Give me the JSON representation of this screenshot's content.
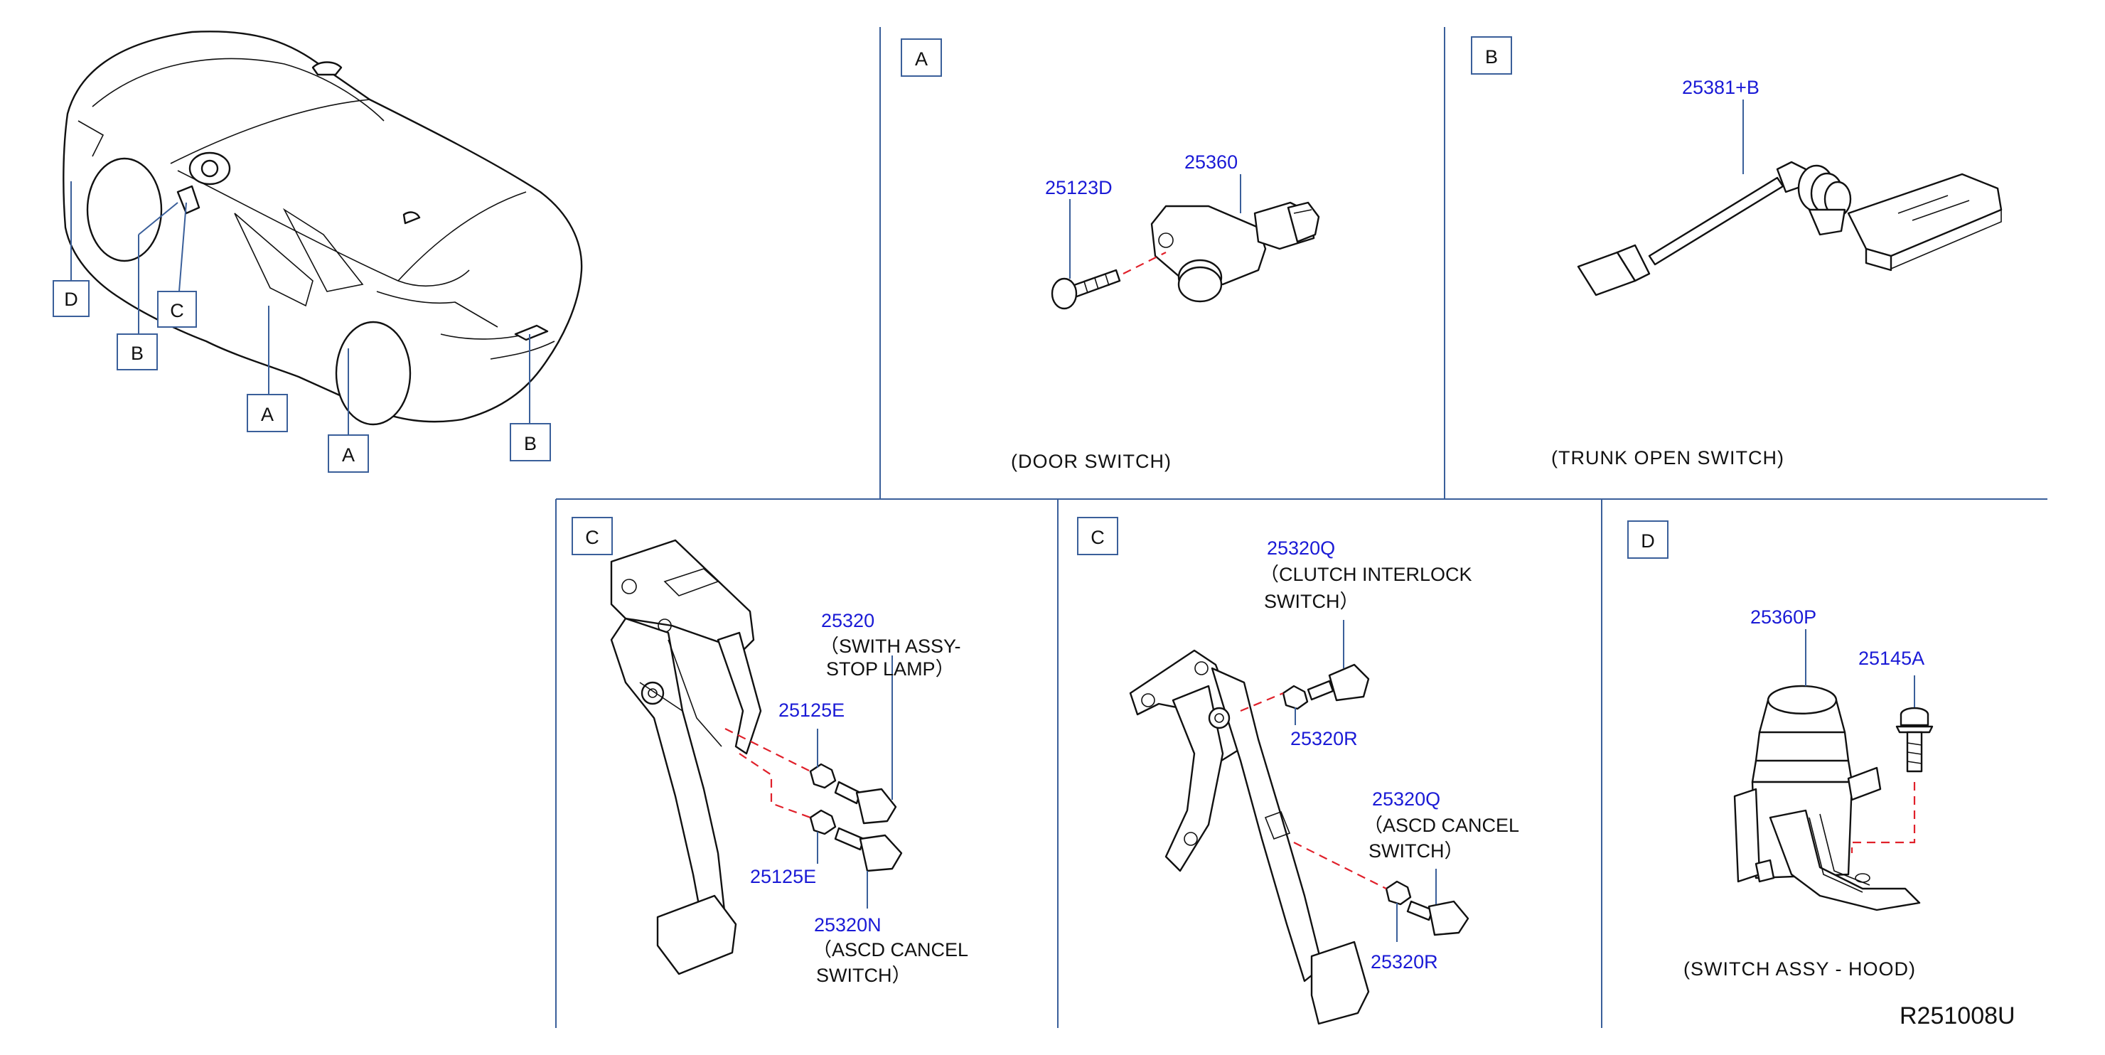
{
  "drawing_id": "R251008U",
  "overview": {
    "callouts": [
      "D",
      "B",
      "C",
      "A",
      "A",
      "B"
    ]
  },
  "panels": {
    "A": {
      "key": "A",
      "caption": "(DOOR   SWITCH)",
      "parts": [
        "25123D",
        "25360"
      ]
    },
    "B": {
      "key": "B",
      "caption": "(TRUNK   OPEN   SWITCH)",
      "parts": [
        "25381+B"
      ]
    },
    "C1": {
      "key": "C",
      "parts": [
        "25320",
        "25125E",
        "25125E",
        "25320N"
      ],
      "desc_25320_line1": "（SWITH   ASSY-",
      "desc_25320_line2": "STOP   LAMP）",
      "desc_25320N_line1": "（ASCD   CANCEL",
      "desc_25320N_line2": "SWITCH）"
    },
    "C2": {
      "key": "C",
      "parts": [
        "25320Q",
        "25320R",
        "25320Q",
        "25320R"
      ],
      "desc_top_line1": "（CLUTCH   INTERLOCK",
      "desc_top_line2": "SWITCH）",
      "desc_bot_line1": "（ASCD   CANCEL",
      "desc_bot_line2": "SWITCH）"
    },
    "D": {
      "key": "D",
      "caption": "(SWITCH   ASSY  -  HOOD)",
      "parts": [
        "25360P",
        "25145A"
      ]
    }
  }
}
